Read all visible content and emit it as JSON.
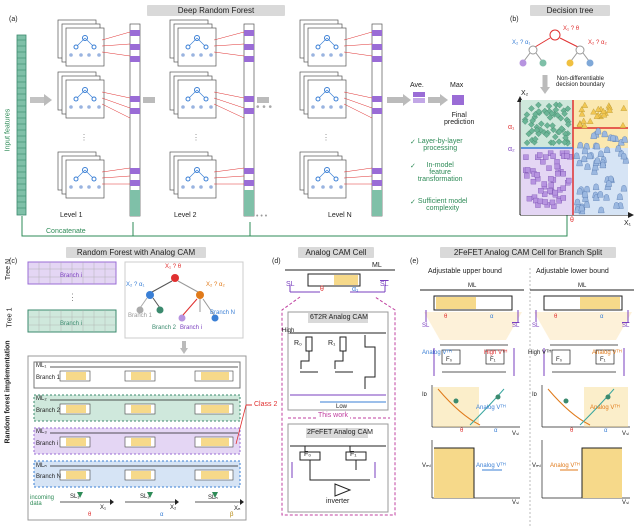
{
  "top": {
    "header": "Deep Random Forest",
    "panel_a": "(a)",
    "input_features": "Input features",
    "level1": "Level 1",
    "level2": "Level 2",
    "levelN": "Level N",
    "dots": "• • •",
    "concatenate": "Concatenate",
    "ave": "Ave.",
    "max": "Max",
    "final_prediction": "Final\nprediction",
    "check1": "Layer-by-layer\nprocessing",
    "check2": "In-model\nfeature\ntransformation",
    "check3": "Sufficient model\ncomplexity"
  },
  "tree": {
    "header": "Decision tree",
    "panel_b": "(b)",
    "root": "X₁ ? θ",
    "left": "X₂ ? α₁",
    "right": "X₂ ? α₂",
    "note": "Non-differentiable\ndecision boundary",
    "x2": "X₂",
    "x1": "X₁",
    "alpha1": "α₁",
    "alpha2": "α₂",
    "theta": "θ"
  },
  "rf": {
    "header": "Random Forest with Analog CAM",
    "panel_c": "(c)",
    "treeN": "Tree N",
    "tree1": "Tree 1",
    "branch_i": "Branch i",
    "side": "Random forest implementation",
    "x1_theta": "X₁ ? θ",
    "x2_alpha": "X₂ ? α₁",
    "x2_alpha2": "X₂ ? α₂",
    "branch1": "Branch 1",
    "branch2": "Branch 2",
    "branchi": "Branch i",
    "branchN": "Branch N",
    "rows": [
      {
        "ml": "ML₁",
        "br": "Branch 1"
      },
      {
        "ml": "ML₂",
        "br": "Branch 2"
      },
      {
        "ml": "ML₃",
        "br": "Branch i"
      },
      {
        "ml": "MLₙ",
        "br": "Branch N"
      }
    ],
    "class2": "Class 2",
    "incoming": "incoming\ndata",
    "sl1": "SL₁",
    "sl2": "SL₂",
    "sln": "SLₙ",
    "x1": "X₁",
    "x2": "X₂",
    "xn": "Xₙ",
    "theta": "θ",
    "alpha": "α",
    "beta": "β"
  },
  "cam": {
    "header": "Analog CAM Cell",
    "panel_d": "(d)",
    "ml": "ML",
    "sl": "SL",
    "slbar": "SL",
    "theta": "θ",
    "alpha1": "α₁",
    "t6t2r": "6T2R Analog CAM",
    "high": "High",
    "r0": "R₀",
    "r1": "R₁",
    "low": "Low",
    "thiswork": "This work",
    "fefet": "2FeFET Analog CAM",
    "f0": "F₀",
    "f1": "F₁",
    "inverter": "inverter"
  },
  "fefet": {
    "header": "2FeFET Analog CAM Cell for Branch Split",
    "panel_e": "(e)",
    "upper": "Adjustable upper bound",
    "lower": "Adjustable lower bound",
    "ml": "ML",
    "sl": "SL",
    "theta": "θ",
    "alpha": "α",
    "analog_vth": "Analog Vᵀᴴ",
    "high_vth": "High Vᵀᴴ",
    "f0": "F₀",
    "f1": "F₁",
    "id": "Iᴅ",
    "vsl": "Vₛₗ",
    "vml": "Vₘₗ"
  }
}
